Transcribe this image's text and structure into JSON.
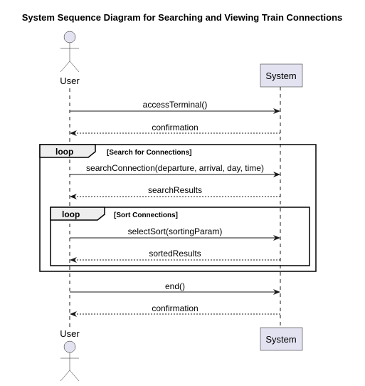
{
  "title": "System Sequence Diagram for Searching and Viewing Train Connections",
  "participants": {
    "user": "User",
    "system": "System"
  },
  "messages": [
    {
      "label": "accessTerminal()",
      "from": "user",
      "to": "system",
      "style": "solid"
    },
    {
      "label": "confirmation",
      "from": "system",
      "to": "user",
      "style": "dashed"
    },
    {
      "label": "searchConnection(departure, arrival, day, time)",
      "from": "user",
      "to": "system",
      "style": "solid"
    },
    {
      "label": "searchResults",
      "from": "system",
      "to": "user",
      "style": "dashed"
    },
    {
      "label": "selectSort(sortingParam)",
      "from": "user",
      "to": "system",
      "style": "solid"
    },
    {
      "label": "sortedResults",
      "from": "system",
      "to": "user",
      "style": "dashed"
    },
    {
      "label": "end()",
      "from": "user",
      "to": "system",
      "style": "solid"
    },
    {
      "label": "confirmation",
      "from": "system",
      "to": "user",
      "style": "dashed"
    }
  ],
  "frames": [
    {
      "keyword": "loop",
      "condition": "[Search for Connections]"
    },
    {
      "keyword": "loop",
      "condition": "[Sort Connections]"
    }
  ],
  "colors": {
    "participant_fill": "#e2e2f0",
    "frame_tab_fill": "#eeeeee",
    "line": "#181818"
  }
}
